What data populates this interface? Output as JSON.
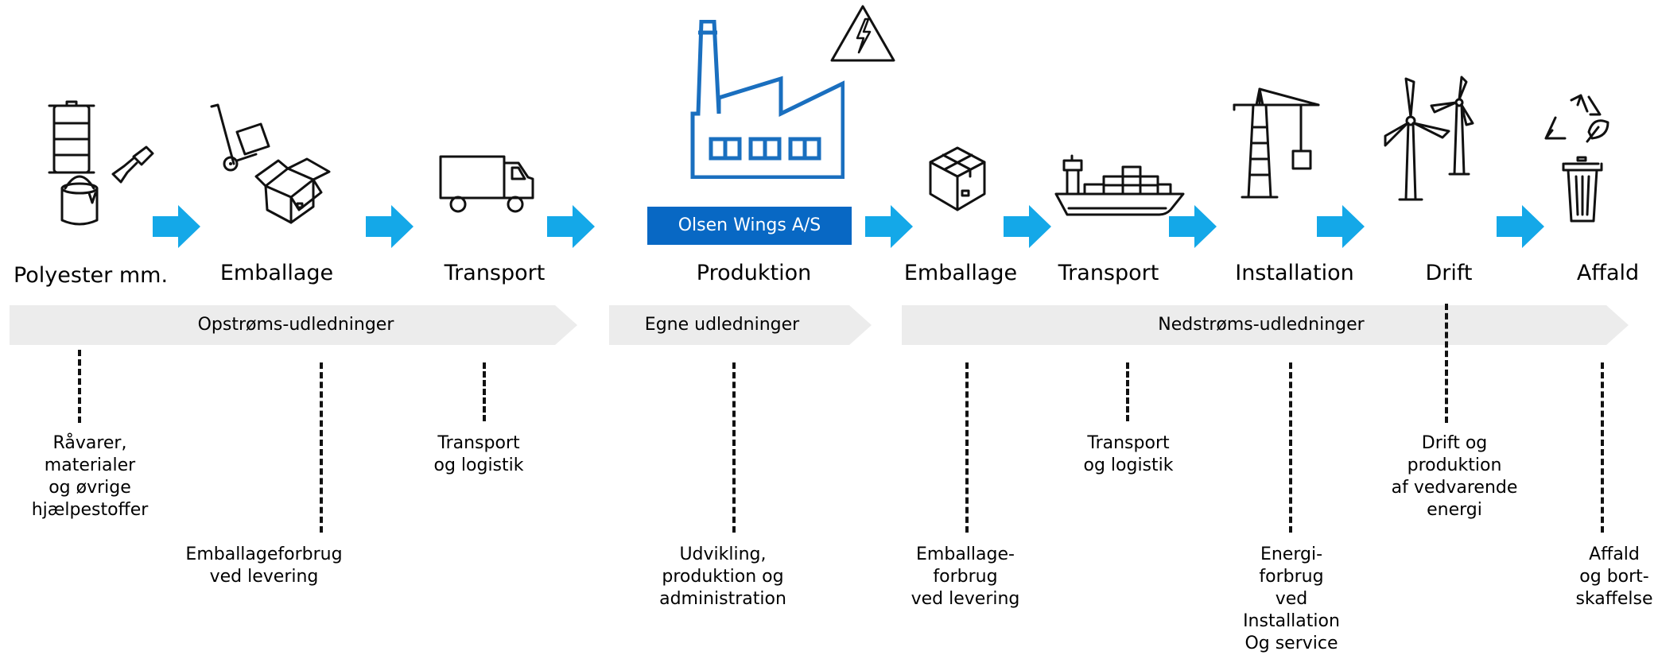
{
  "company": "Olsen Wings A/S",
  "colors": {
    "arrow": "#14a8e8",
    "factory": "#1a6fbf",
    "company_bg": "#0868c4",
    "band": "#ececec"
  },
  "stages": [
    {
      "label": "Polyester mm.",
      "icon": "barrel-and-paint-icon"
    },
    {
      "label": "Emballage",
      "icon": "hand-truck-boxes-icon"
    },
    {
      "label": "Transport",
      "icon": "truck-icon"
    },
    {
      "label": "Produktion",
      "icon": "factory-icon"
    },
    {
      "label": "Emballage",
      "icon": "box-icon"
    },
    {
      "label": "Transport",
      "icon": "cargo-ship-icon"
    },
    {
      "label": "Installation",
      "icon": "crane-icon"
    },
    {
      "label": "Drift",
      "icon": "wind-turbine-icon"
    },
    {
      "label": "Affald",
      "icon": "recycle-bin-icon"
    }
  ],
  "bands": [
    {
      "label": "Opstrøms-udledninger"
    },
    {
      "label": "Egne udledninger"
    },
    {
      "label": "Nedstrøms-udledninger"
    }
  ],
  "descriptions": [
    {
      "lines": [
        "Råvarer,",
        "materialer",
        "og øvrige",
        "hjælpestoffer"
      ]
    },
    {
      "lines": [
        "Emballageforbrug",
        "ved levering"
      ]
    },
    {
      "lines": [
        "Transport",
        "og logistik"
      ]
    },
    {
      "lines": [
        "Udvikling,",
        "produktion og",
        "administration"
      ]
    },
    {
      "lines": [
        "Emballage-",
        "forbrug",
        "ved levering"
      ]
    },
    {
      "lines": [
        "Transport",
        "og logistik"
      ]
    },
    {
      "lines": [
        "Energi-",
        "forbrug",
        "ved",
        "Installation",
        "Og service"
      ]
    },
    {
      "lines": [
        "Drift og",
        "produktion",
        "af vedvarende",
        "energi"
      ]
    },
    {
      "lines": [
        "Affald",
        "og bort-",
        "skaffelse"
      ]
    }
  ]
}
